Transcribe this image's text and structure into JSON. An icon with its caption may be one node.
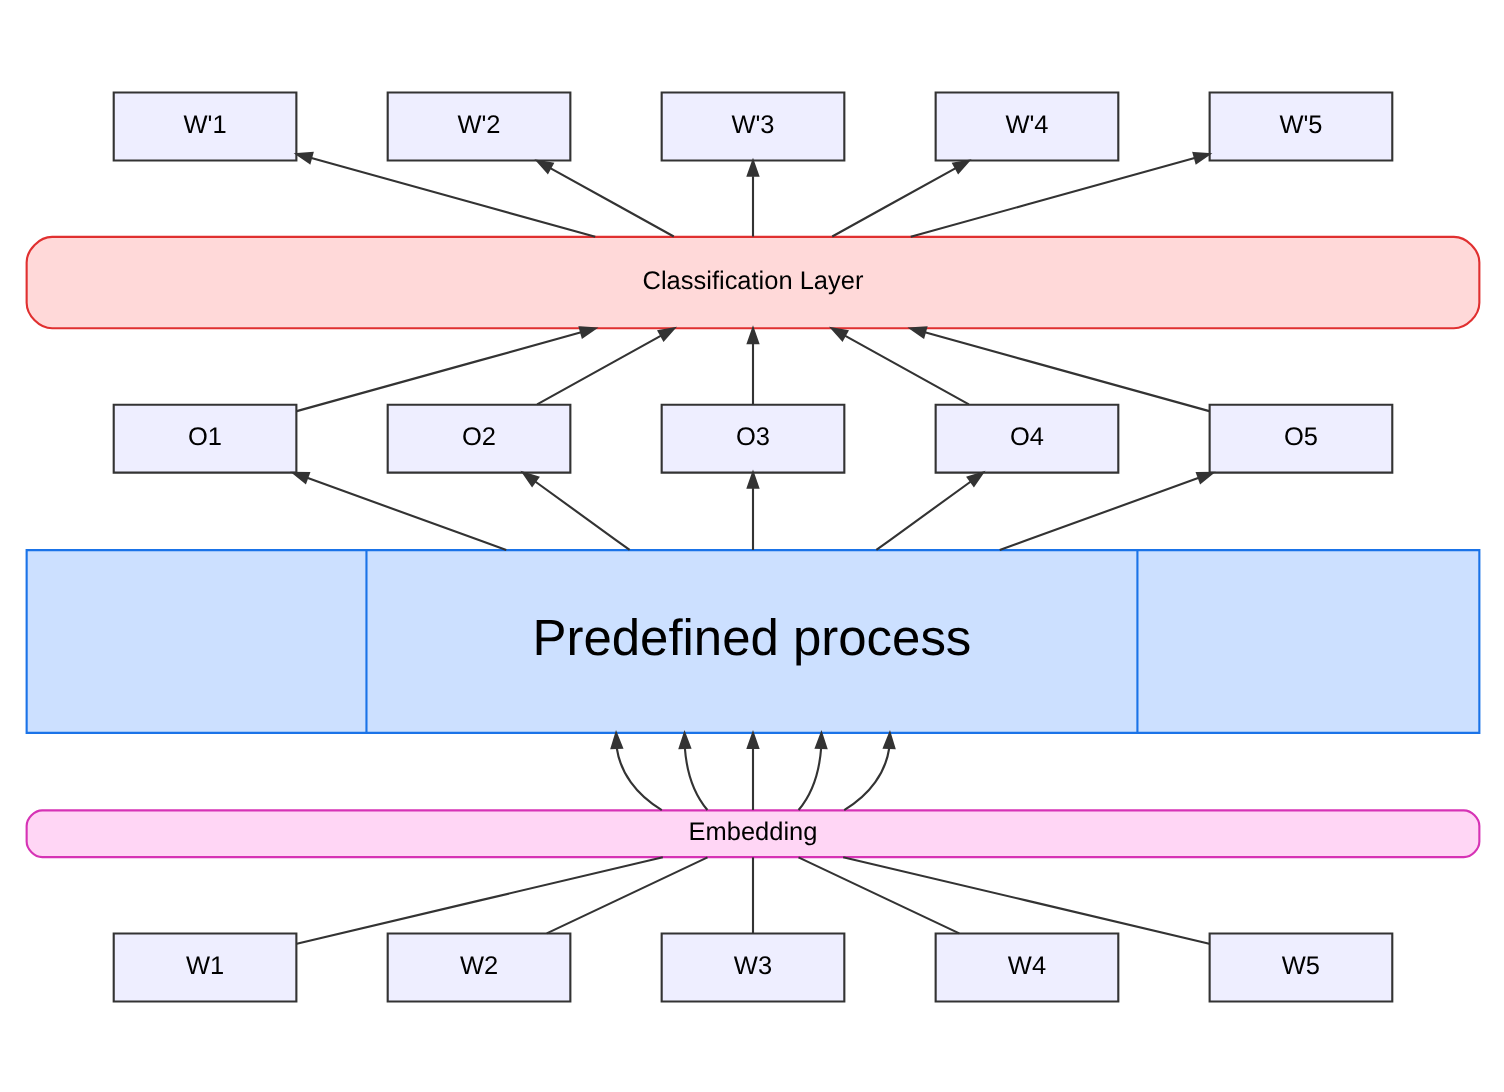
{
  "diagram": {
    "nodes": [
      {
        "text": [
          "W'1"
        ]
      },
      {
        "text": [
          "W'2"
        ]
      },
      {
        "text": [
          "W'3"
        ]
      },
      {
        "text": [
          "W'4"
        ]
      },
      {
        "text": [
          "W'5"
        ]
      },
      {
        "text": [
          "Classification Layer"
        ]
      },
      {
        "text": [
          "O1"
        ]
      },
      {
        "text": [
          "O2"
        ]
      },
      {
        "text": [
          "O3"
        ]
      },
      {
        "text": [
          "O4"
        ]
      },
      {
        "text": [
          "O5"
        ]
      },
      {
        "text": [
          "Predefined process"
        ]
      },
      {
        "text": [
          "Embedding"
        ]
      },
      {
        "text": [
          "W1"
        ]
      },
      {
        "text": [
          "W2"
        ]
      },
      {
        "text": [
          "W3"
        ]
      },
      {
        "text": [
          "W4"
        ]
      },
      {
        "text": [
          "W5"
        ]
      }
    ],
    "edges": [
      {
        "from": 13,
        "to": 12,
        "arrow": "none"
      },
      {
        "from": 14,
        "to": 12,
        "arrow": "none"
      },
      {
        "from": 15,
        "to": 12,
        "arrow": "none"
      },
      {
        "from": 16,
        "to": 12,
        "arrow": "none"
      },
      {
        "from": 17,
        "to": 12,
        "arrow": "none"
      },
      {
        "from": 12,
        "to": 11,
        "arrow": "to"
      },
      {
        "from": 12,
        "to": 11,
        "arrow": "to"
      },
      {
        "from": 12,
        "to": 11,
        "arrow": "to"
      },
      {
        "from": 12,
        "to": 11,
        "arrow": "to"
      },
      {
        "from": 12,
        "to": 11,
        "arrow": "to"
      },
      {
        "from": 11,
        "to": 6,
        "arrow": "to"
      },
      {
        "from": 11,
        "to": 7,
        "arrow": "to"
      },
      {
        "from": 11,
        "to": 8,
        "arrow": "to"
      },
      {
        "from": 11,
        "to": 9,
        "arrow": "to"
      },
      {
        "from": 11,
        "to": 10,
        "arrow": "to"
      },
      {
        "from": 6,
        "to": 5,
        "arrow": "to"
      },
      {
        "from": 7,
        "to": 5,
        "arrow": "to"
      },
      {
        "from": 8,
        "to": 5,
        "arrow": "to"
      },
      {
        "from": 9,
        "to": 5,
        "arrow": "to"
      },
      {
        "from": 10,
        "to": 5,
        "arrow": "to"
      },
      {
        "from": 5,
        "to": 0,
        "arrow": "to"
      },
      {
        "from": 5,
        "to": 1,
        "arrow": "to"
      },
      {
        "from": 5,
        "to": 2,
        "arrow": "to"
      },
      {
        "from": 5,
        "to": 3,
        "arrow": "to"
      },
      {
        "from": 5,
        "to": 4,
        "arrow": "to"
      }
    ]
  }
}
